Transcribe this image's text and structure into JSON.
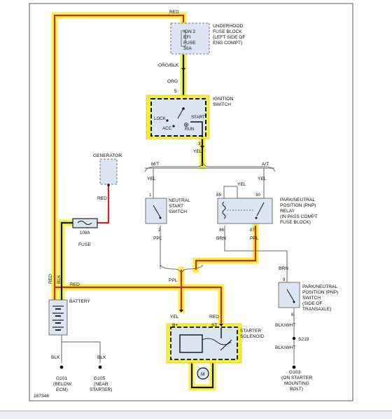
{
  "labels": {
    "top_red": "RED",
    "fuse_block_1": "UNDERHOOD",
    "fuse_block_2": "FUSE BLOCK",
    "fuse_block_3": "(LEFT SIDE OF",
    "fuse_block_4": "ENG COMPT)",
    "fuse_ign": "IGN 2",
    "fuse_efi": "EFI",
    "fuse_name": "FUSE",
    "fuse_amp": "30A",
    "wire_org_blk": "ORG/BLK",
    "wire_org": "ORG",
    "pin_5": "5",
    "ign_switch_1": "IGNITION",
    "ign_switch_2": "SWITCH",
    "pos_lock": "LOCK",
    "pos_acc": "ACC",
    "pos_run": "RUN",
    "pos_start": "START",
    "pin_3": "3",
    "wire_yel_main": "YEL",
    "generator": "GENERATOR",
    "wire_red_gen": "RED",
    "mt": "M/T",
    "at": "A/T",
    "wire_yel_mt": "YEL",
    "wire_yel_at": "YEL",
    "wire_yel_relay": "YEL",
    "pin_1": "1",
    "pin_85": "85",
    "pin_30": "30",
    "nss_1": "NEUTRAL",
    "nss_2": "START",
    "nss_3": "SWITCH",
    "pin_2": "2",
    "wire_ppl_nss": "PPL",
    "relay_1": "PARK/NEUTRAL",
    "relay_2": "POSITION (PNP)",
    "relay_3": "RELAY",
    "relay_4": "(IN PASS COMPT",
    "relay_5": "FUSE BLOCK)",
    "pin_86": "86",
    "pin_87": "87",
    "wire_brn_86": "BRN",
    "wire_ppl_87": "PPL",
    "fuse_100a": "100A",
    "fuse_label": "FUSE",
    "wire_red_vert": "RED",
    "wire_blk_vert": "BLK",
    "wire_red_horiz": "RED",
    "wire_ppl_main": "PPL",
    "battery": "BATTERY",
    "wire_brn_pnp": "BRN",
    "pin_9": "9",
    "pnp_1": "PARK/NEUTRAL",
    "pnp_2": "POSITION (PNP)",
    "pnp_3": "SWITCH",
    "pnp_4": "(SIDE OF",
    "pnp_5": "TRANSAXLE)",
    "pin_6": "6",
    "wire_blk_wht_1": "BLK/WHT",
    "splice": "S219",
    "wire_blk_wht_2": "BLK/WHT",
    "g103_1": "G103",
    "g103_2": "(ON STARTER",
    "g103_3": "MOUNTING",
    "g103_4": "BOLT)",
    "wire_yel_bplus": "YEL",
    "bplus": "B+",
    "wire_red_st": "RED",
    "st": "ST",
    "solenoid_1": "STARTER",
    "solenoid_2": "SOLENOID",
    "motor": "M",
    "wire_blk_g101": "BLK",
    "wire_blk_g105": "BLK",
    "g101_1": "G101",
    "g101_2": "(BELOW",
    "g101_3": "ECM)",
    "g105_1": "G105",
    "g105_2": "(NEAR",
    "g105_3": "STARTER)",
    "figure_number": "187346"
  },
  "colors": {
    "highlight": "#f2f23a",
    "highlight_edge": "#f0c830",
    "red_wire": "#d8242a",
    "black_wire": "#111111",
    "component_fill": "#dbe6f2",
    "component_border": "#555555",
    "wire_gray": "#666666"
  }
}
